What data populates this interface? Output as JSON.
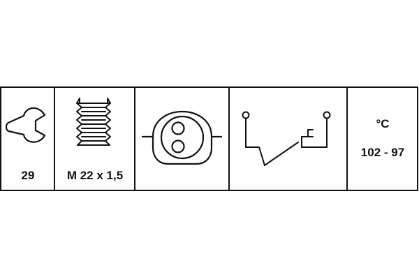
{
  "colors": {
    "stroke": "#111111",
    "background": "#ffffff"
  },
  "cells": [
    {
      "icon": "wrench-icon",
      "label": "29"
    },
    {
      "icon": "thread-icon",
      "label": "M 22 x 1,5"
    },
    {
      "icon": "connector-icon",
      "label": ""
    },
    {
      "icon": "switch-symbol-icon",
      "label": ""
    },
    {
      "icon": "",
      "unit": "°C",
      "label": "102 - 97"
    }
  ]
}
